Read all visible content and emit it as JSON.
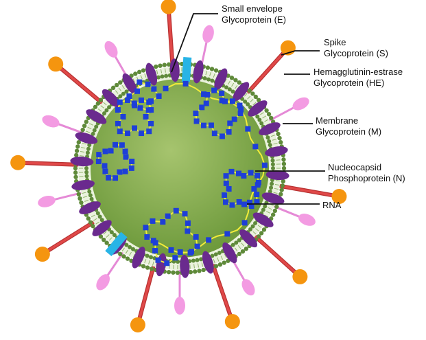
{
  "diagram": {
    "labels": {
      "envelope": {
        "line1": "Small envelope",
        "line2": "Glycoprotein (E)"
      },
      "spike": {
        "line1": "Spike",
        "line2": "Glycoprotein (S)"
      },
      "he": {
        "line1": "Hemagglutinin-estrase",
        "line2": "Glycoprotein (HE)"
      },
      "membrane": {
        "line1": "Membrane",
        "line2": "Glycoprotein (M)"
      },
      "nucleocapsid": {
        "line1": "Nucleocapsid",
        "line2": "Phosphoprotein (N)"
      },
      "rna": {
        "line1": "RNA"
      }
    },
    "colors": {
      "core": "#7fa64a",
      "core_light": "#a6c46e",
      "lipid_head": "#5f8a3a",
      "membrane_protein": "#6a2a8e",
      "spike_stem": "#e04848",
      "spike_head": "#f5950f",
      "he_stem": "#e58ad6",
      "he_head": "#f39be2",
      "envelope_protein": "#28b4e6",
      "rna": "#f2ec3a",
      "nucleocapsid": "#1e3fd8"
    }
  }
}
